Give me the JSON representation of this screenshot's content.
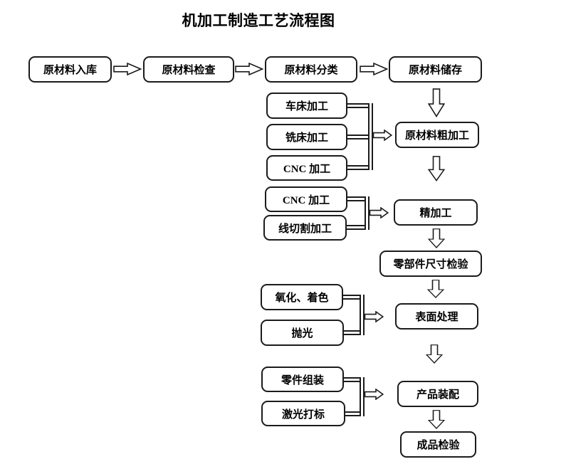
{
  "title": "机加工制造工艺流程图",
  "colors": {
    "line": "#1b1b1b",
    "fill": "#ffffff",
    "text": "#000000",
    "background": "#ffffff"
  },
  "nodes": [
    {
      "id": "raw-material-inbound",
      "label": "原材料入库"
    },
    {
      "id": "raw-material-inspection",
      "label": "原材料检查"
    },
    {
      "id": "raw-material-classification",
      "label": "原材料分类"
    },
    {
      "id": "raw-material-storage",
      "label": "原材料储存"
    },
    {
      "id": "lathe-machining",
      "label": "车床加工"
    },
    {
      "id": "milling-machining",
      "label": "铣床加工"
    },
    {
      "id": "cnc-machining-1",
      "label": "CNC 加工"
    },
    {
      "id": "raw-material-rough-machining",
      "label": "原材料粗加工"
    },
    {
      "id": "cnc-machining-2",
      "label": "CNC 加工"
    },
    {
      "id": "wire-cutting-machining",
      "label": "线切割加工"
    },
    {
      "id": "finish-machining",
      "label": "精加工"
    },
    {
      "id": "part-dimension-inspection",
      "label": "零部件尺寸检验"
    },
    {
      "id": "oxidation-coloring",
      "label": "氧化、着色"
    },
    {
      "id": "polishing",
      "label": "抛光"
    },
    {
      "id": "surface-treatment",
      "label": "表面处理"
    },
    {
      "id": "parts-assembly",
      "label": "零件组装"
    },
    {
      "id": "laser-marking",
      "label": "激光打标"
    },
    {
      "id": "product-assembly",
      "label": "产品装配"
    },
    {
      "id": "finished-product-inspection",
      "label": "成品检验"
    }
  ],
  "edges": [
    {
      "from": "raw-material-inbound",
      "to": "raw-material-inspection"
    },
    {
      "from": "raw-material-inspection",
      "to": "raw-material-classification"
    },
    {
      "from": "raw-material-classification",
      "to": "raw-material-storage"
    },
    {
      "from": "raw-material-storage",
      "to": "raw-material-rough-machining"
    },
    {
      "from": "lathe-machining",
      "to": "raw-material-rough-machining"
    },
    {
      "from": "milling-machining",
      "to": "raw-material-rough-machining"
    },
    {
      "from": "cnc-machining-1",
      "to": "raw-material-rough-machining"
    },
    {
      "from": "raw-material-rough-machining",
      "to": "finish-machining"
    },
    {
      "from": "cnc-machining-2",
      "to": "finish-machining"
    },
    {
      "from": "wire-cutting-machining",
      "to": "finish-machining"
    },
    {
      "from": "finish-machining",
      "to": "part-dimension-inspection"
    },
    {
      "from": "part-dimension-inspection",
      "to": "surface-treatment"
    },
    {
      "from": "oxidation-coloring",
      "to": "surface-treatment"
    },
    {
      "from": "polishing",
      "to": "surface-treatment"
    },
    {
      "from": "surface-treatment",
      "to": "product-assembly"
    },
    {
      "from": "parts-assembly",
      "to": "product-assembly"
    },
    {
      "from": "laser-marking",
      "to": "product-assembly"
    },
    {
      "from": "product-assembly",
      "to": "finished-product-inspection"
    }
  ]
}
